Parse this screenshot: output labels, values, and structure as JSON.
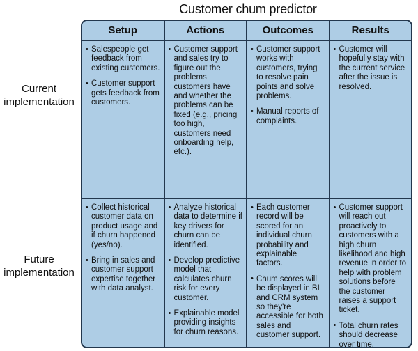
{
  "title": "Customer chum predictor",
  "colors": {
    "cell_fill": "#aecde5",
    "border": "#23374d",
    "text": "#111111",
    "page_background": "#ffffff"
  },
  "row_labels": [
    {
      "key": "current",
      "line1": "Current",
      "line2": "implementation"
    },
    {
      "key": "future",
      "line1": "Future",
      "line2": "implementation"
    }
  ],
  "columns": [
    {
      "key": "setup",
      "label": "Setup"
    },
    {
      "key": "actions",
      "label": "Actions"
    },
    {
      "key": "outcomes",
      "label": "Outcomes"
    },
    {
      "key": "results",
      "label": "Results"
    }
  ],
  "cells": {
    "current": {
      "setup": [
        "Salespeople get feedback from existing customers.",
        "Customer support gets feedback from customers."
      ],
      "actions": [
        "Customer support and sales try to figure out the problems customers have and whether the problems can be fixed (e.g., pricing too high, customers need onboarding help, etc.)."
      ],
      "outcomes": [
        "Customer support works with customers, trying to resolve pain points and solve problems.",
        "Manual reports of complaints."
      ],
      "results": [
        "Customer will hopefully stay with the current service after the issue is resolved."
      ]
    },
    "future": {
      "setup": [
        "Collect historical customer data on product usage and if churn happened (yes/no).",
        "Bring in sales and customer support expertise together with data analyst."
      ],
      "actions": [
        "Analyze historical data to determine if key drivers for churn can be identified.",
        "Develop predictive model that calculates churn risk for every customer.",
        "Explainable model providing insights for churn reasons."
      ],
      "outcomes": [
        "Each customer record will be scored for an individual churn probability and explainable factors.",
        "Chum scores will be displayed in BI and CRM system so they're accessible for both sales and customer support."
      ],
      "results": [
        "Customer support will reach out proactively to customers with a high churn likelihood and high revenue in order to help with problem solutions before the customer raises a support ticket.",
        "Total churn rates should decrease over time."
      ]
    }
  }
}
